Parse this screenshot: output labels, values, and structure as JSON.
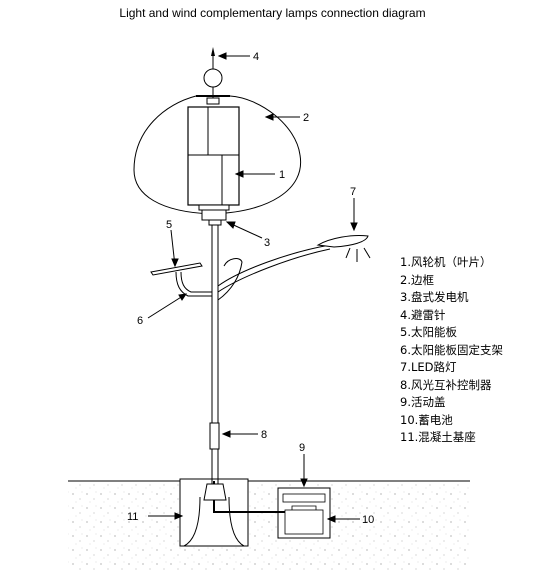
{
  "title": "Light and wind complementary lamps connection diagram",
  "callouts": [
    "1",
    "2",
    "3",
    "4",
    "5",
    "6",
    "7",
    "8",
    "9",
    "10",
    "11"
  ],
  "legend": [
    "1.风轮机（叶片）",
    "2.边框",
    "3.盘式发电机",
    "4.避雷针",
    "5.太阳能板",
    "6.太阳能板固定支架",
    "7.LED路灯",
    "8.风光互补控制器",
    "9.活动盖",
    "10.蓄电池",
    "11.混凝土基座"
  ]
}
